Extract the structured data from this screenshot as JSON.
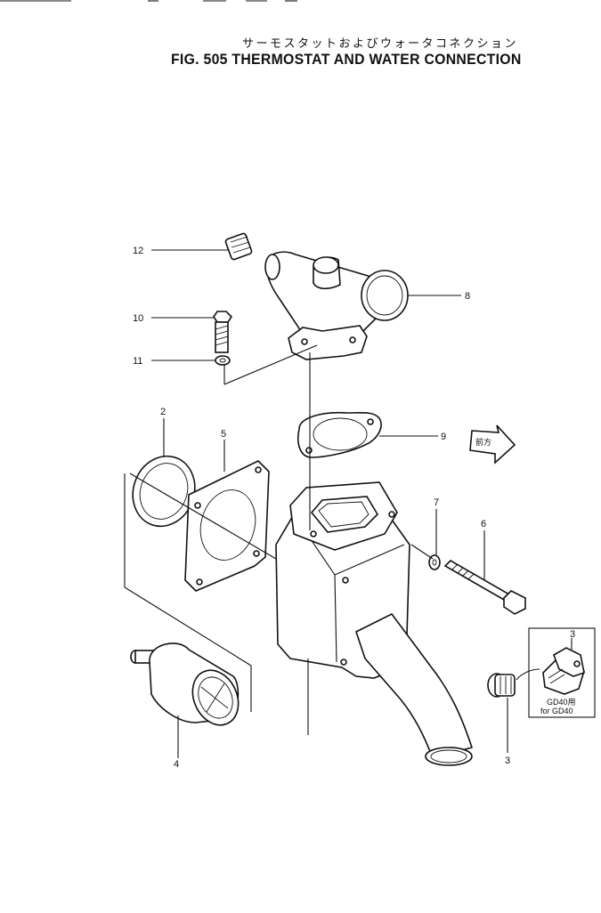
{
  "header": {
    "title_jp": "サーモスタットおよびウォータコネクション",
    "title_en": "FIG. 505  THERMOSTAT AND WATER CONNECTION"
  },
  "callouts": {
    "c1": "12",
    "c2": "8",
    "c3": "10",
    "c4": "11",
    "c5": "2",
    "c6": "5",
    "c7": "9",
    "c8": "7",
    "c9": "6",
    "c10": "3",
    "c11": "3",
    "c12": "4"
  },
  "inset": {
    "line1": "GD40用",
    "line2": "for GD40"
  },
  "direction_tag": "前方"
}
